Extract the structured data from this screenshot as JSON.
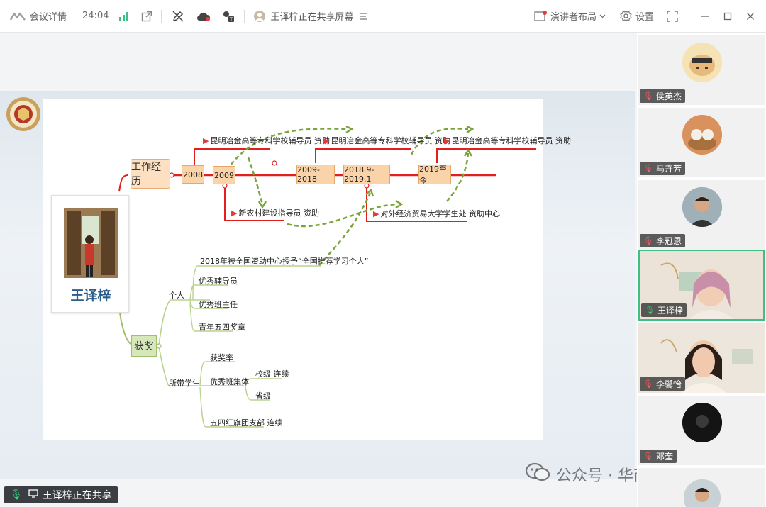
{
  "toolbar": {
    "meeting_info": "会议详情",
    "timer": "24:04",
    "sharing_title": "王译梓正在共享屏幕",
    "layout_label": "演讲者布局",
    "settings_label": "设置"
  },
  "slide": {
    "person_name": "王译梓",
    "work_category": "工作经历",
    "awards_category": "获奖",
    "years": [
      "2008",
      "2009",
      "2009-2018",
      "2018.9-2019.1",
      "2019至今"
    ],
    "roles": {
      "top1": "昆明冶金高等专科学校辅导员 资助",
      "top2": "昆明冶金高等专科学校辅导员 资助",
      "top3": "昆明冶金高等专科学校辅导员 资助",
      "bottom1": "新农村建设指导员 资助",
      "bottom2": "对外经济贸易大学学生处 资助中心"
    },
    "awards": {
      "top_award": "2018年被全国资助中心授予“全国推荐学习个人”",
      "personal": "个人",
      "personal_items": [
        "优秀辅导员",
        "优秀班主任",
        "青年五四奖章"
      ],
      "students": "所带学生",
      "rate": "获奖率",
      "excellent_class": "优秀班集体",
      "class_items": [
        "校级 连续",
        "省级"
      ],
      "league_branch": "五四红旗团支部 连续"
    }
  },
  "participants": [
    {
      "name": "侯英杰",
      "mic": "off"
    },
    {
      "name": "马卉芳",
      "mic": "off"
    },
    {
      "name": "李冠恩",
      "mic": "off"
    },
    {
      "name": "王译梓",
      "mic": "on"
    },
    {
      "name": "李馨怡",
      "mic": "off"
    },
    {
      "name": "邓奎",
      "mic": "off"
    }
  ],
  "share_badge": "王译梓正在共享",
  "watermark": "公众号 · 华商e学工",
  "colors": {
    "accent_green": "#3cc183",
    "timeline_red": "#e01f1f",
    "dashed_green": "#7aa43a"
  }
}
